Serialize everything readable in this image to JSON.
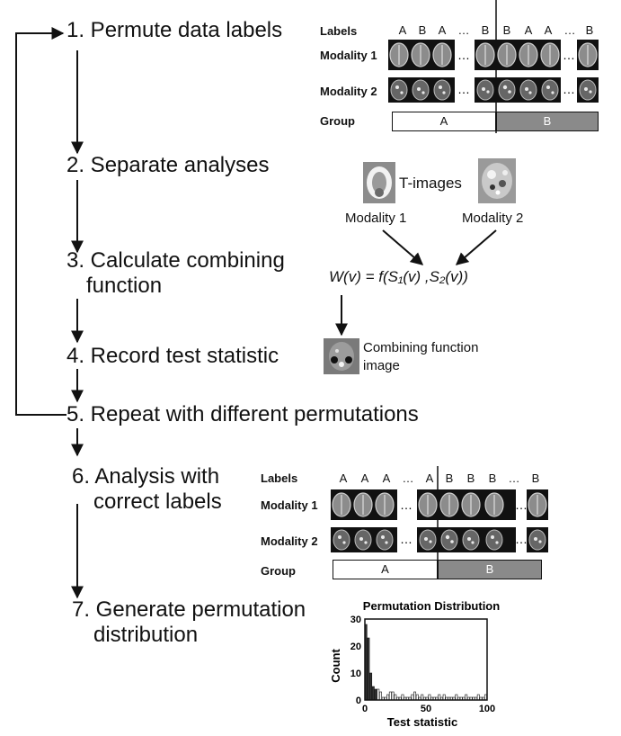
{
  "steps": [
    "1. Permute data labels",
    "2. Separate analyses",
    "3. Calculate combining",
    "function",
    "4. Record test statistic",
    "5. Repeat with different permutations",
    "6. Analysis with",
    "correct labels",
    "7. Generate permutation",
    "distribution"
  ],
  "panel_permuted": {
    "row_labels": [
      "Labels",
      "Modality 1",
      "Modality 2",
      "Group"
    ],
    "header": [
      "A",
      "B",
      "A",
      "…",
      "B",
      "B",
      "A",
      "A",
      "…",
      "B"
    ],
    "groups": [
      "A",
      "B"
    ]
  },
  "panel_correct": {
    "row_labels": [
      "Labels",
      "Modality 1",
      "Modality 2",
      "Group"
    ],
    "header": [
      "A",
      "A",
      "A",
      "…",
      "A",
      "B",
      "B",
      "B",
      "…",
      "B"
    ],
    "groups": [
      "A",
      "B"
    ]
  },
  "step2": {
    "t_images": "T-images",
    "mod1": "Modality 1",
    "mod2": "Modality 2"
  },
  "formula": "W(v) = f(S₁(v) ,S₂(v))",
  "combining_caption": [
    "Combining function",
    "image"
  ],
  "colors": {
    "group_a": "#ffffff",
    "group_b": "#8a8a8a",
    "dark_bar": "#333333"
  },
  "chart_data": {
    "type": "bar",
    "title": "Permutation Distribution",
    "xlabel": "Test statistic",
    "ylabel": "Count",
    "xlim": [
      0,
      100
    ],
    "ylim": [
      0,
      30
    ],
    "xticks": [
      "0",
      "50",
      "100"
    ],
    "yticks": [
      "0",
      "10",
      "20",
      "30"
    ],
    "bin_width": 2,
    "bins_start": [
      0,
      2,
      4,
      6,
      8,
      10,
      12,
      14,
      16,
      18,
      20,
      22,
      24,
      26,
      28,
      30,
      32,
      34,
      36,
      38,
      40,
      42,
      44,
      46,
      48,
      50,
      52,
      54,
      56,
      58,
      60,
      62,
      64,
      66,
      68,
      70,
      72,
      74,
      76,
      78,
      80,
      82,
      84,
      86,
      88,
      90,
      92,
      94,
      96,
      98
    ],
    "counts": [
      28,
      23,
      10,
      5,
      4,
      4,
      3,
      1,
      1,
      2,
      3,
      3,
      2,
      1,
      1,
      2,
      1,
      1,
      1,
      2,
      3,
      2,
      1,
      2,
      1,
      1,
      2,
      1,
      1,
      1,
      2,
      1,
      2,
      1,
      1,
      1,
      1,
      2,
      1,
      1,
      1,
      2,
      1,
      1,
      1,
      1,
      2,
      1,
      1,
      2
    ],
    "dark_bins_below": 10
  }
}
